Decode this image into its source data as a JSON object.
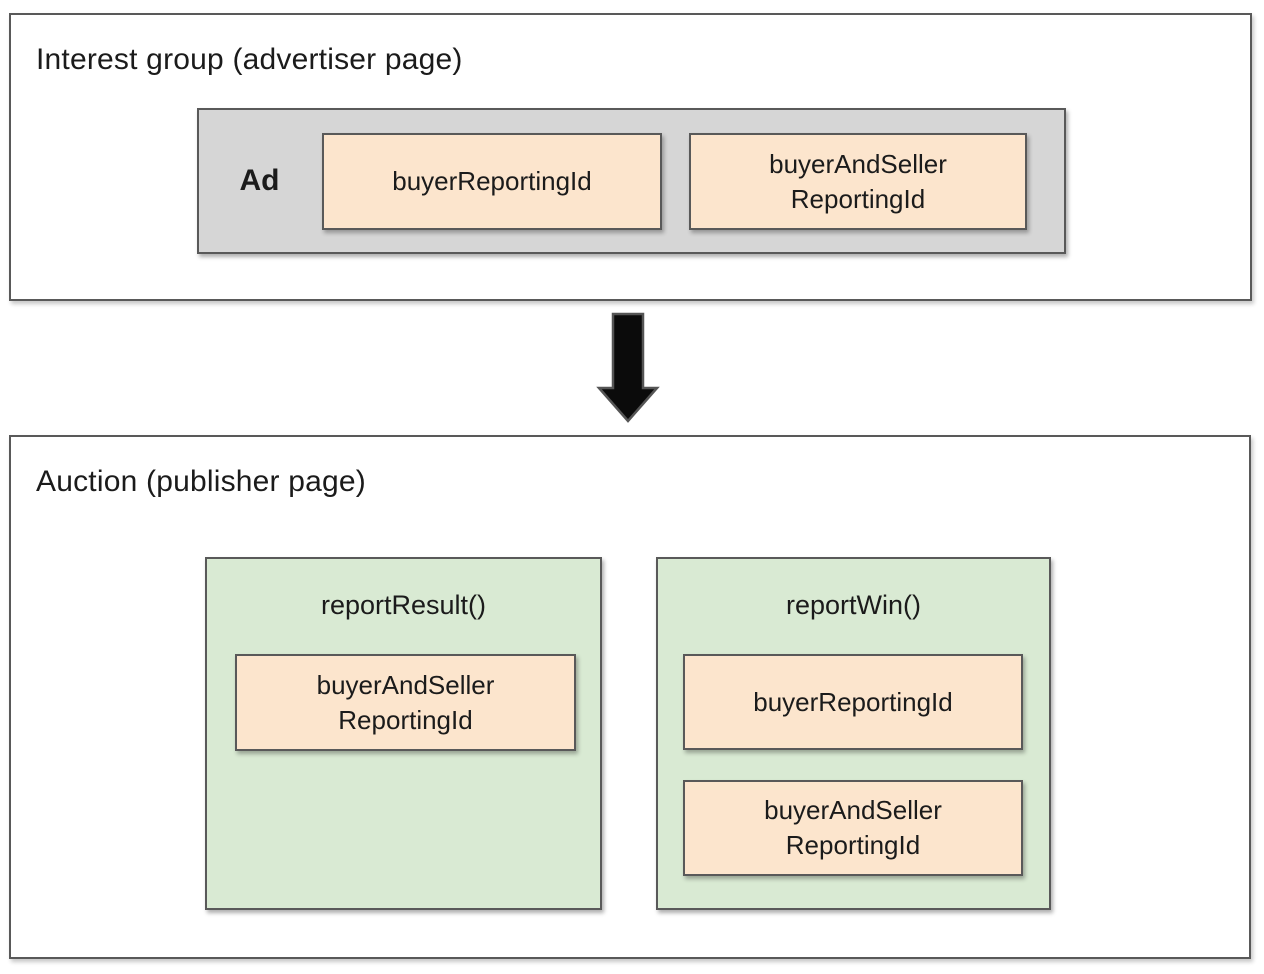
{
  "interest_group": {
    "title": "Interest group (advertiser page)",
    "ad_label": "Ad",
    "chips": {
      "buyer": "buyerReportingId",
      "buyer_and_seller": "buyerAndSeller\nReportingId"
    }
  },
  "arrow": {
    "icon": "down-arrow"
  },
  "auction": {
    "title": "Auction (publisher page)",
    "report_result": {
      "title": "reportResult()",
      "chips": {
        "buyer_and_seller": "buyerAndSeller\nReportingId"
      }
    },
    "report_win": {
      "title": "reportWin()",
      "chips": {
        "buyer": "buyerReportingId",
        "buyer_and_seller": "buyerAndSeller\nReportingId"
      }
    }
  },
  "colors": {
    "chip_fill": "#fce5cd",
    "function_fill": "#d9ead3",
    "ad_fill": "#d6d6d6",
    "border": "#595959",
    "arrow_fill": "#0b0b0b",
    "arrow_outline": "#555555"
  }
}
